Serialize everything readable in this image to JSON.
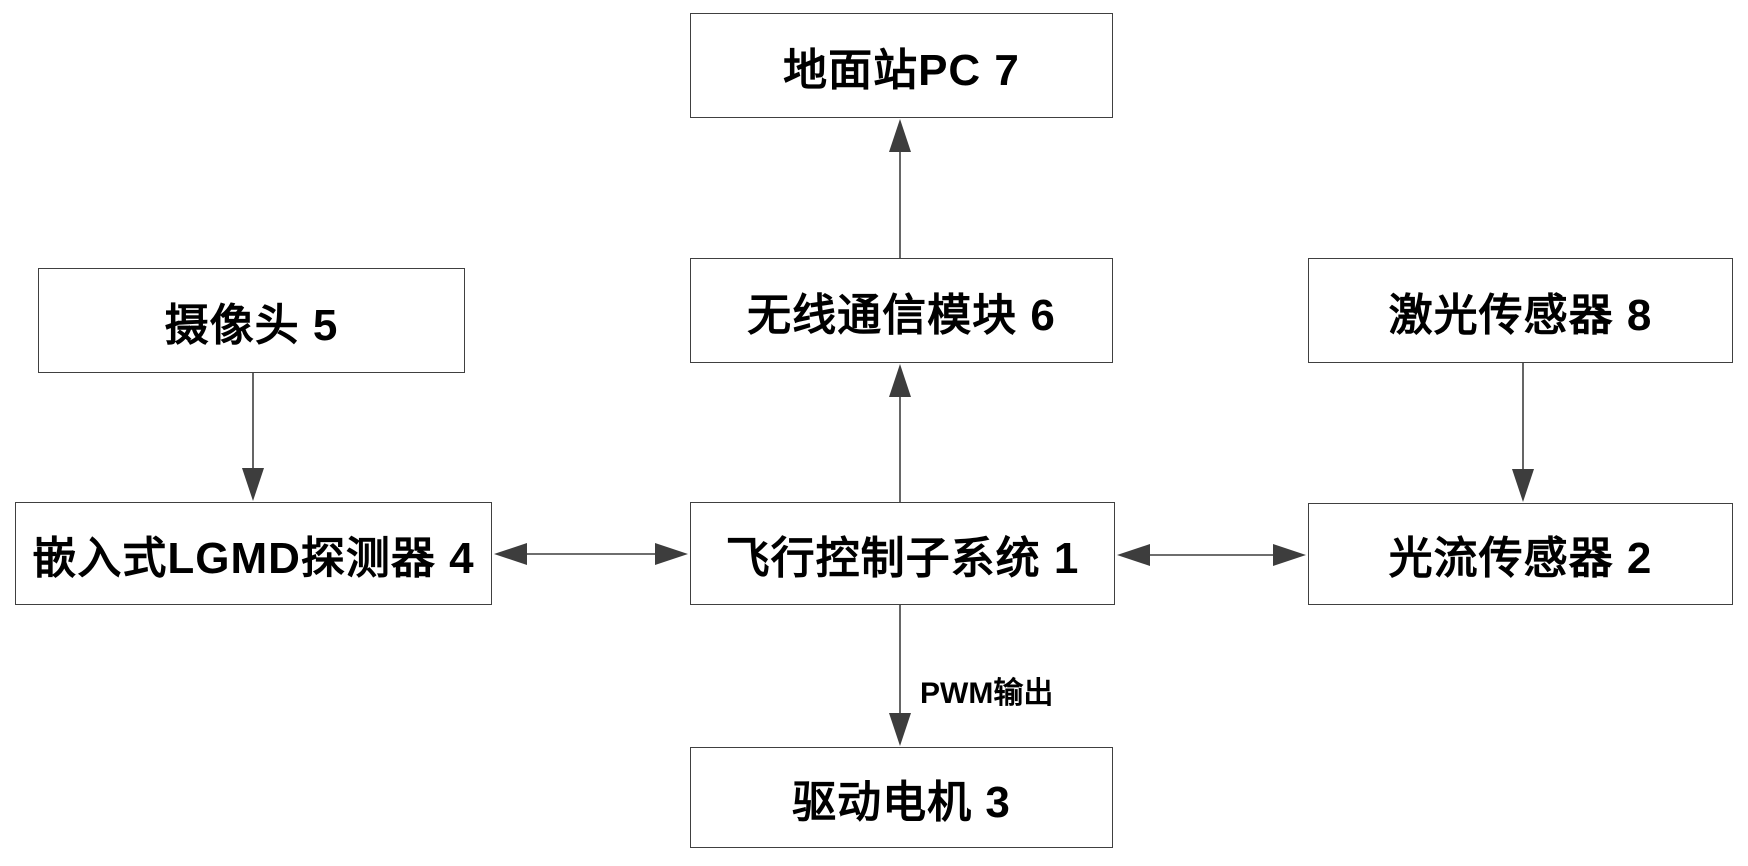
{
  "diagram": {
    "type": "block-diagram",
    "nodes": {
      "ground_pc": {
        "label": "地面站PC 7"
      },
      "wireless": {
        "label": "无线通信模块 6"
      },
      "camera": {
        "label": "摄像头 5"
      },
      "laser": {
        "label": "激光传感器 8"
      },
      "flight_control": {
        "label": "飞行控制子系统 1"
      },
      "lgmd": {
        "label": "嵌入式LGMD探测器 4"
      },
      "optical_flow": {
        "label": "光流传感器 2"
      },
      "drive_motor": {
        "label": "驱动电机 3"
      }
    },
    "edges": [
      {
        "from": "wireless",
        "to": "ground_pc",
        "type": "arrow",
        "label": ""
      },
      {
        "from": "flight_control",
        "to": "wireless",
        "type": "arrow",
        "label": ""
      },
      {
        "from": "camera",
        "to": "lgmd",
        "type": "arrow",
        "label": ""
      },
      {
        "from": "laser",
        "to": "optical_flow",
        "type": "arrow",
        "label": ""
      },
      {
        "from": "lgmd",
        "to": "flight_control",
        "type": "double-arrow",
        "label": ""
      },
      {
        "from": "flight_control",
        "to": "optical_flow",
        "type": "double-arrow",
        "label": ""
      },
      {
        "from": "flight_control",
        "to": "drive_motor",
        "type": "arrow",
        "label": "PWM输出"
      }
    ],
    "pwm_output_label": "PWM输出",
    "colors": {
      "background": "#ffffff",
      "box_border": "#404040",
      "line": "#3f3f3f",
      "arrowhead": "#3d3d3d",
      "text": "#000000"
    }
  }
}
